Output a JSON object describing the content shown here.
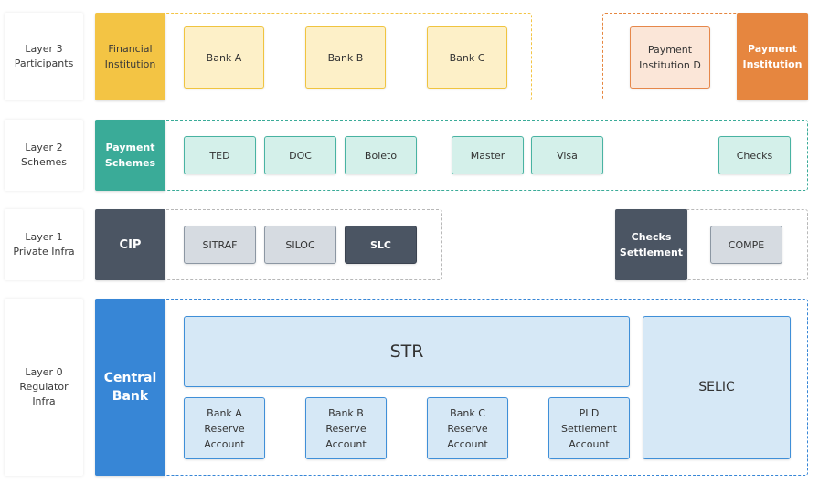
{
  "layers": {
    "layer3": {
      "label": "Layer 3\nParticipants"
    },
    "layer2": {
      "label": "Layer 2\nSchemes"
    },
    "layer1": {
      "label": "Layer 1\nPrivate Infra"
    },
    "layer0": {
      "label": "Layer 0\nRegulator\nInfra"
    }
  },
  "categories": {
    "financial_institution": "Financial\nInstitution",
    "payment_institution": "Payment\nInstitution",
    "payment_schemes": "Payment\nSchemes",
    "cip": "CIP",
    "checks_settlement": "Checks\nSettlement",
    "central_bank": "Central\nBank"
  },
  "participants": {
    "banks": [
      "Bank A",
      "Bank B",
      "Bank C"
    ],
    "payment_institution_d": "Payment\nInstitution D"
  },
  "schemes": [
    "TED",
    "DOC",
    "Boleto",
    "Master",
    "Visa",
    "Checks"
  ],
  "private_infra": {
    "cip_systems": [
      "SITRAF",
      "SILOC",
      "SLC"
    ],
    "compe": "COMPE"
  },
  "regulator": {
    "str": "STR",
    "selic": "SELIC",
    "reserve_accounts": [
      "Bank A\nReserve\nAccount",
      "Bank B\nReserve\nAccount",
      "Bank C\nReserve\nAccount",
      "PI D\nSettlement\nAccount"
    ]
  },
  "colors": {
    "financial_institution": "#f3c444",
    "payment_institution": "#e6863f",
    "payment_schemes": "#3aab98",
    "cip": "#4b5563",
    "central_bank": "#3786d6"
  }
}
